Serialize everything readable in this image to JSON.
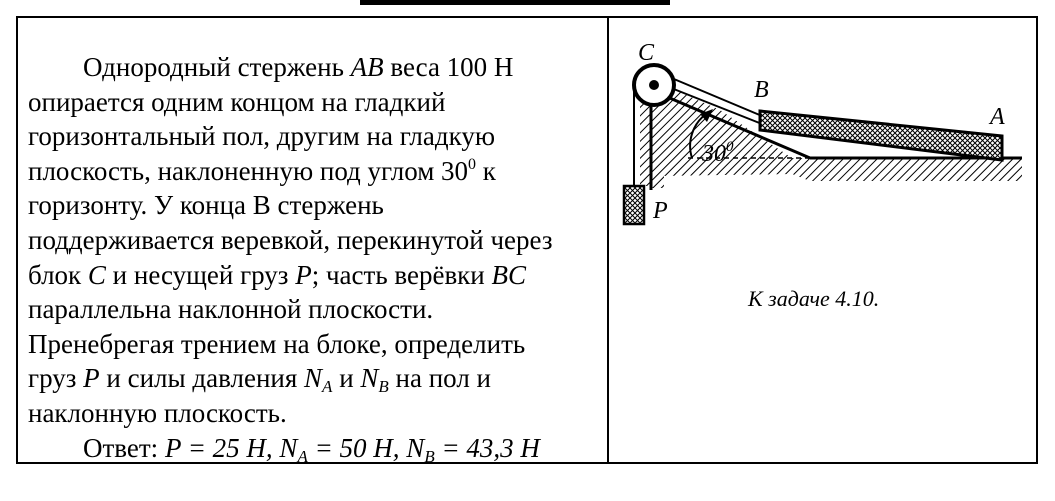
{
  "problem": {
    "line1_pre": "Однородный стержень ",
    "line1_ab": "AB",
    "line1_post": " веса 100 Н",
    "line2": "опирается одним концом на гладкий",
    "line3": "горизонтальный пол, другим на гладкую",
    "line4_pre": "плоскость, наклоненную под углом 30",
    "line4_sup": "0",
    "line4_post": " к",
    "line5": "горизонту. У конца В стержень",
    "line6": "поддерживается веревкой, перекинутой через",
    "line7_a": "блок ",
    "line7_c": "C",
    "line7_b": " и несущей груз ",
    "line7_p": "P",
    "line7_d": "; часть верёвки ",
    "line7_bc": "BC",
    "line8": "параллельна наклонной плоскости.",
    "line9": "Пренебрегая трением на блоке, определить",
    "line10_a": "груз ",
    "line10_p": "P",
    "line10_b": " и силы давления ",
    "line10_na": "N",
    "line10_na_sub": "A",
    "line10_c": " и  ",
    "line10_nb": "N",
    "line10_nb_sub": "B",
    "line10_d": " на пол и",
    "line11": "наклонную плоскость."
  },
  "answer": {
    "label": "Ответ: ",
    "p": "P = 25 Н,",
    "na": "N",
    "na_sub": "A",
    "na_val": " = 50 Н,",
    "nb": "N",
    "nb_sub": "B",
    "nb_val": " = 43,3 Н"
  },
  "figure": {
    "label_c": "C",
    "label_b": "B",
    "label_a": "A",
    "label_p": "P",
    "angle": "30",
    "angle_sup": "0",
    "caption": "К задаче 4.10."
  }
}
